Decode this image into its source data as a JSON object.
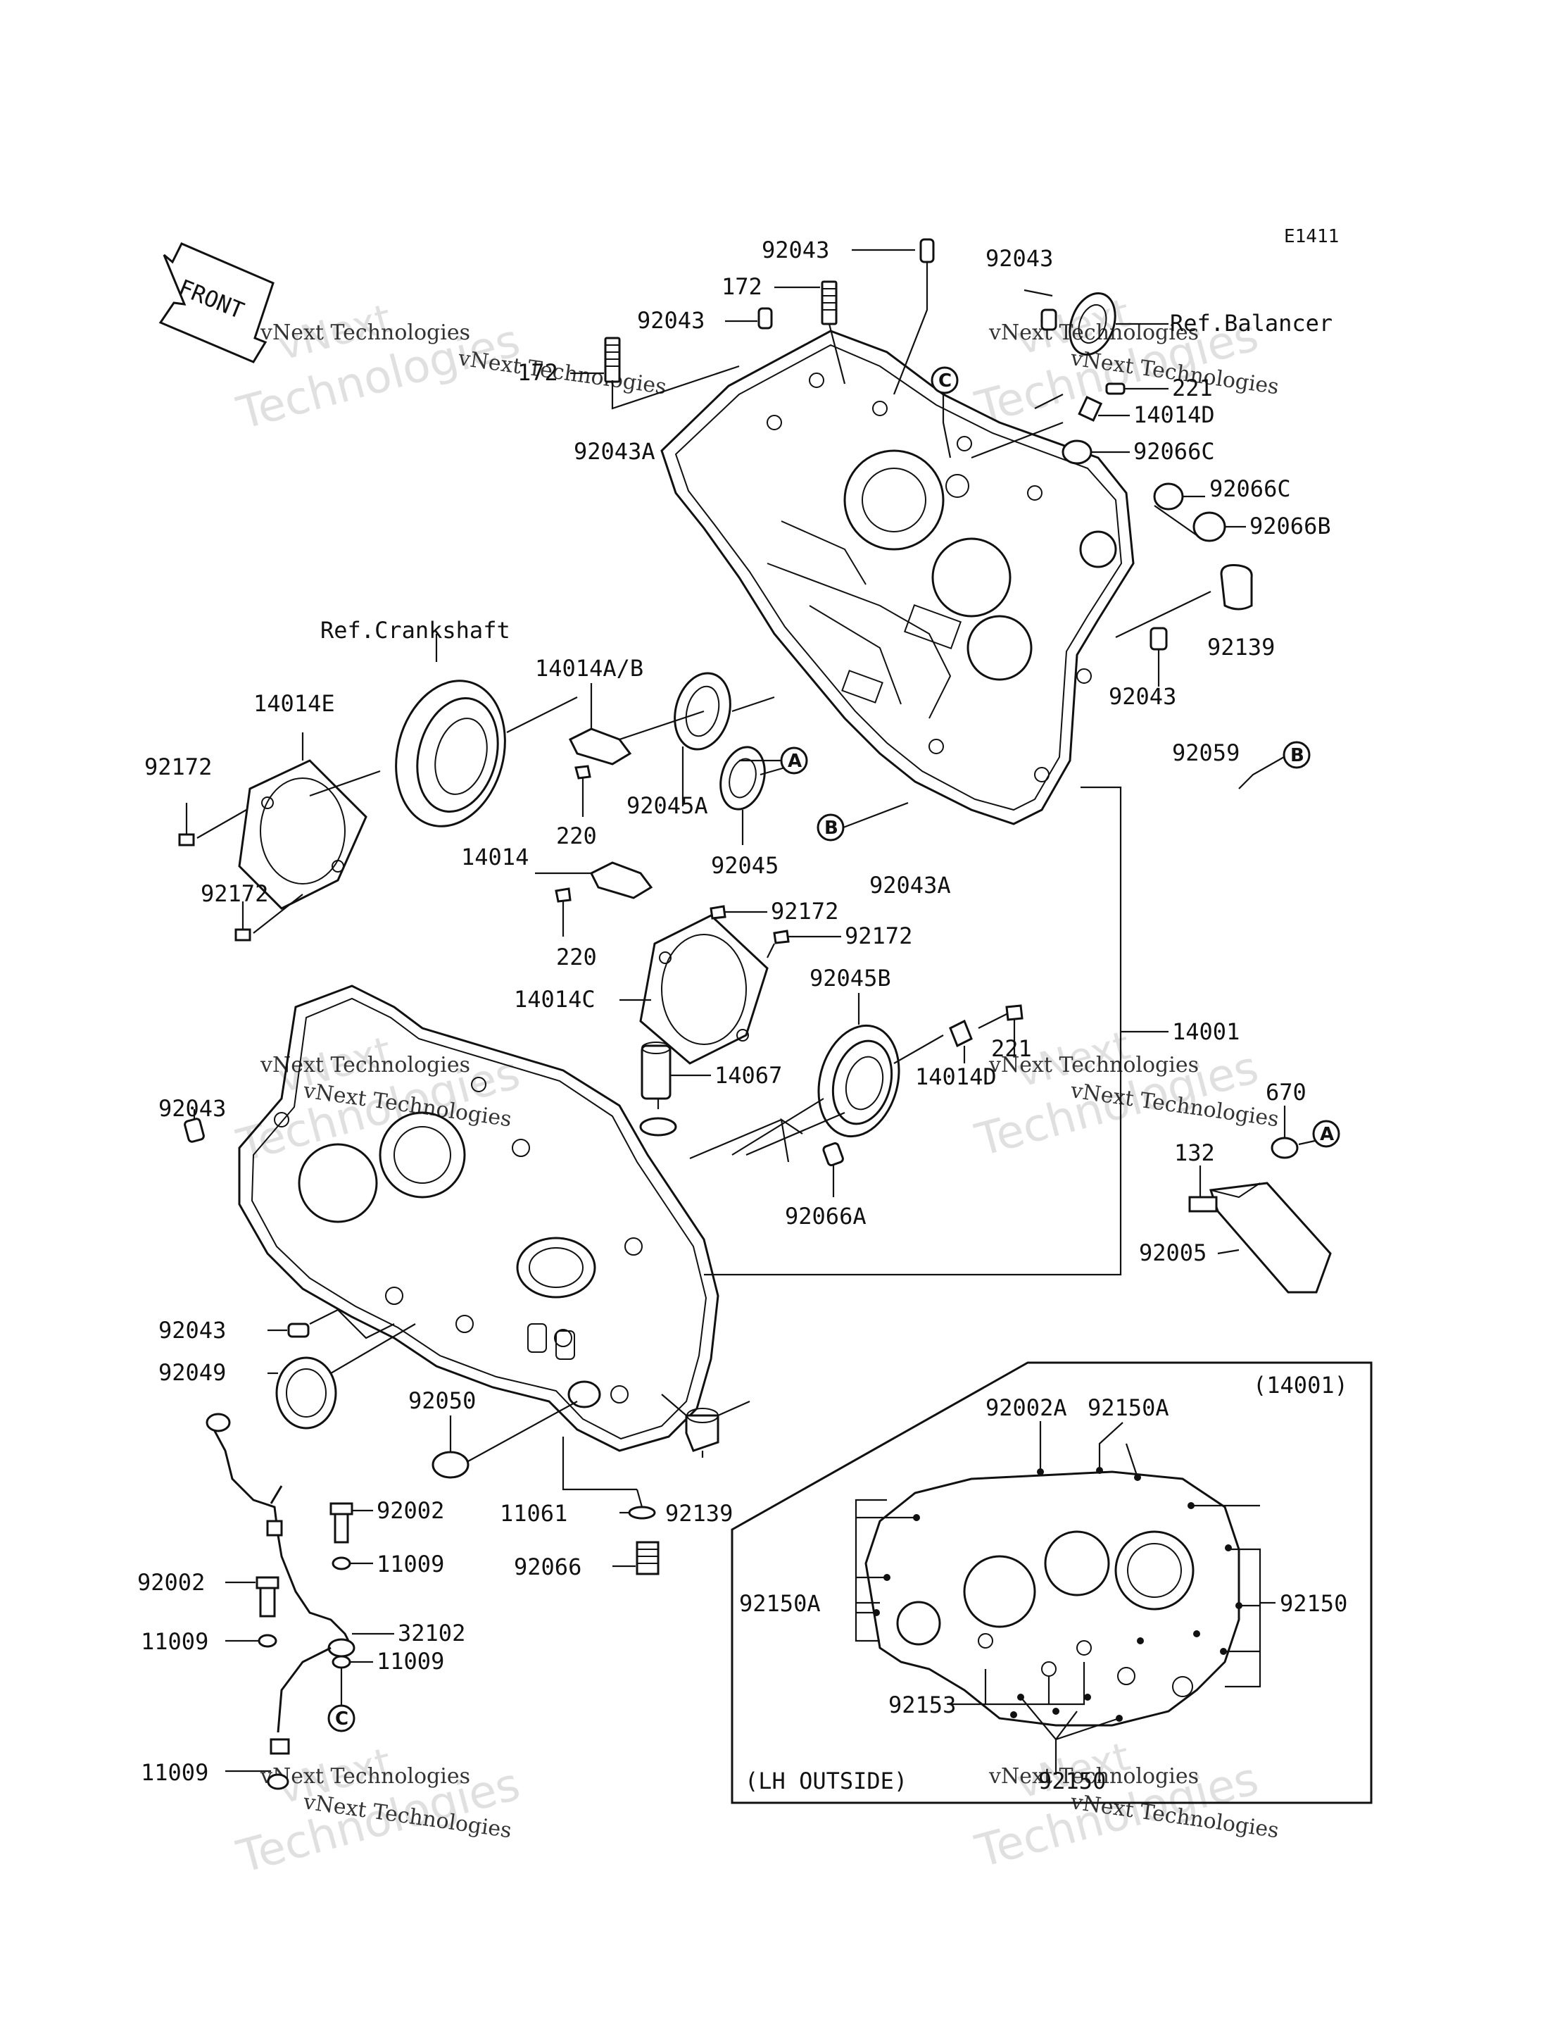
{
  "diagram_code": "E1411",
  "front_label": "FRONT",
  "ref_balancer": "Ref.Balancer",
  "ref_crankshaft": "Ref.Crankshaft",
  "inset_header": "(14001)",
  "inset_footer": "(LH OUTSIDE)",
  "watermark_line1": "vNext",
  "watermark_line2": "Technologies",
  "watermark_small": "vNext Technologies",
  "callouts": {
    "A": "A",
    "B": "B",
    "C": "C"
  },
  "parts": {
    "p92043_top": "92043",
    "p172_top": "172",
    "p92043_b": "92043",
    "p172_left": "172",
    "p92043_r": "92043",
    "p221_top": "221",
    "p14014D_top": "14014D",
    "p92066C_1": "92066C",
    "p92066C_2": "92066C",
    "p92066B": "92066B",
    "p92043A_top": "92043A",
    "p92139_r": "92139",
    "p92043_mid": "92043",
    "p14014AB": "14014A/B",
    "p14014E": "14014E",
    "p92172_l1": "92172",
    "p92172_l2": "92172",
    "p220_a": "220",
    "p92045A": "92045A",
    "p92045": "92045",
    "p92059": "92059",
    "p92043A_mid": "92043A",
    "p14014": "14014",
    "p220_b": "220",
    "p92172_c1": "92172",
    "p92172_c2": "92172",
    "p14014C": "14014C",
    "p92045B": "92045B",
    "p221_mid": "221",
    "p14014D_mid": "14014D",
    "p14001": "14001",
    "p14067": "14067",
    "p92043_left": "92043",
    "p670": "670",
    "p132": "132",
    "p92066A": "92066A",
    "p92005": "92005",
    "p92043_low": "92043",
    "p92049": "92049",
    "p92050": "92050",
    "p92139_low": "92139",
    "p11061": "11061",
    "p92002_a": "92002",
    "p92066": "92066",
    "p11009_a": "11009",
    "p92002_b": "92002",
    "p32102": "32102",
    "p11009_b": "11009",
    "p11009_c": "11009",
    "p11009_d": "11009",
    "p92002A_in": "92002A",
    "p92150A_in1": "92150A",
    "p92150_in1": "92150",
    "p92150A_in2": "92150A",
    "p92153_in": "92153",
    "p92150_in2": "92150"
  }
}
